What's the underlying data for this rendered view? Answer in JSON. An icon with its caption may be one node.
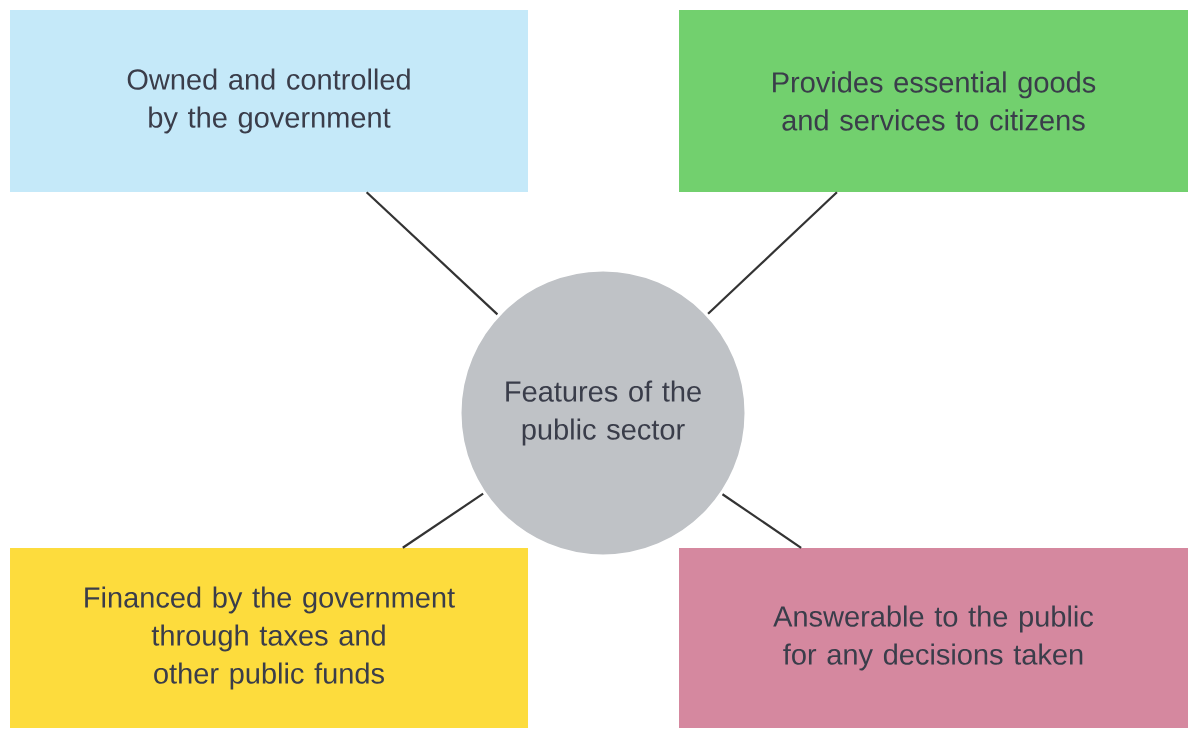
{
  "diagram": {
    "nodes": [
      {
        "text": [
          "Owned and controlled by the government"
        ]
      },
      {
        "text": [
          "Provides essential goods and services to citizens"
        ]
      },
      {
        "text": [
          "Features of the public sector"
        ]
      },
      {
        "text": [
          "Financed by the government through taxes and other public funds"
        ]
      },
      {
        "text": [
          "Answerable to the public for any decisions taken"
        ]
      }
    ],
    "edges": [
      {
        "from": 2,
        "to": 0,
        "arrow": "none"
      },
      {
        "from": 2,
        "to": 1,
        "arrow": "none"
      },
      {
        "from": 2,
        "to": 3,
        "arrow": "none"
      },
      {
        "from": 2,
        "to": 4,
        "arrow": "none"
      }
    ]
  }
}
